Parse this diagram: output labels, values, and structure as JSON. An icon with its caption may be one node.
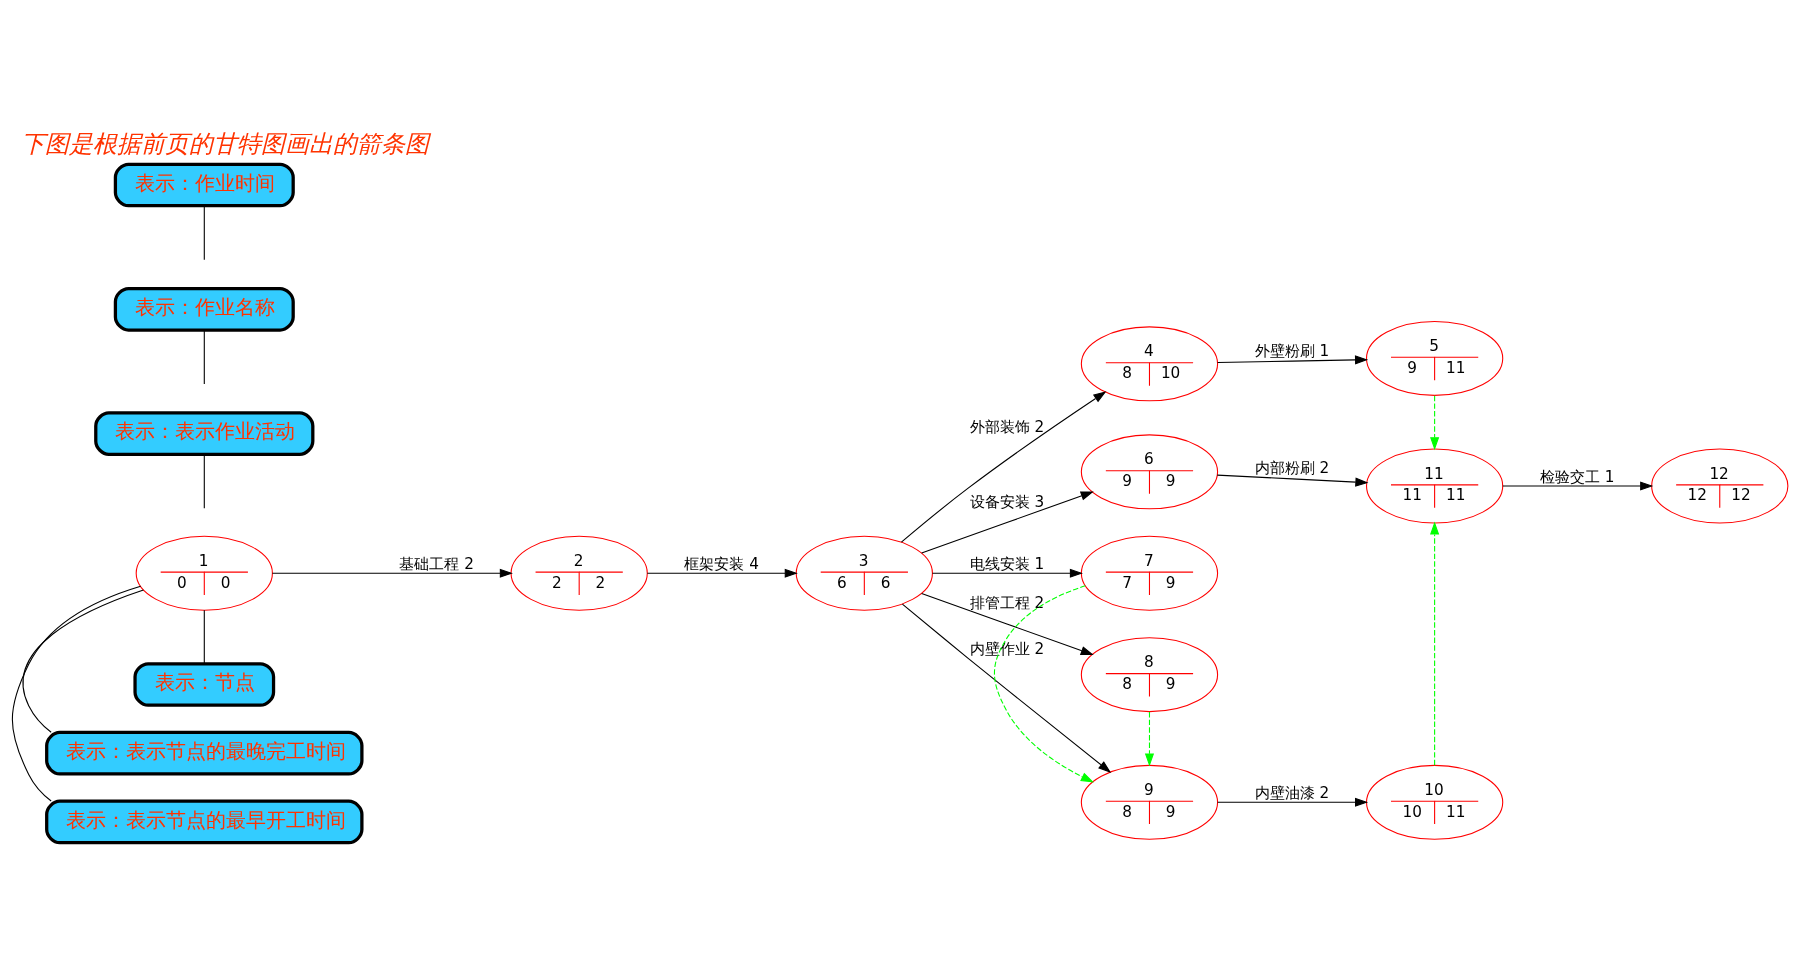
{
  "diagram": {
    "title": "下图是根据前页的甘特图画出的箭条图",
    "nodes": [
      {
        "text": [
          "1",
          "0",
          "0"
        ]
      },
      {
        "text": [
          "2",
          "2",
          "2"
        ]
      },
      {
        "text": [
          "3",
          "6",
          "6"
        ]
      },
      {
        "text": [
          "4",
          "8",
          "10"
        ]
      },
      {
        "text": [
          "5",
          "9",
          "11"
        ]
      },
      {
        "text": [
          "6",
          "9",
          "9"
        ]
      },
      {
        "text": [
          "7",
          "7",
          "9"
        ]
      },
      {
        "text": [
          "8",
          "8",
          "9"
        ]
      },
      {
        "text": [
          "9",
          "8",
          "9"
        ]
      },
      {
        "text": [
          "10",
          "10",
          "11"
        ]
      },
      {
        "text": [
          "11",
          "11",
          "11"
        ]
      },
      {
        "text": [
          "12",
          "12",
          "12"
        ]
      },
      {
        "text": [
          "表示：节点"
        ]
      },
      {
        "text": [
          "表示：表示作业活动"
        ]
      },
      {
        "text": [
          "表示：表示节点的最晚完工时间"
        ]
      },
      {
        "text": [
          "表示：表示节点的最早开工时间"
        ]
      },
      {
        "text": [
          "表示：作业名称"
        ]
      },
      {
        "text": [
          "表示：作业时间"
        ]
      }
    ],
    "edges": [
      {
        "from": 0,
        "to": 1,
        "arrow": "to",
        "label": "基础工程 2"
      },
      {
        "from": 1,
        "to": 2,
        "arrow": "to",
        "label": "框架安装 4"
      },
      {
        "from": 2,
        "to": 3,
        "arrow": "to",
        "label": "外部装饰 2"
      },
      {
        "from": 2,
        "to": 5,
        "arrow": "to",
        "label": "设备安装 3"
      },
      {
        "from": 2,
        "to": 7,
        "arrow": "to",
        "label": "排管工程 2"
      },
      {
        "from": 2,
        "to": 8,
        "arrow": "to",
        "label": "内壁作业 2"
      },
      {
        "from": 2,
        "to": 6,
        "arrow": "to",
        "label": "电线安装 1"
      },
      {
        "from": 3,
        "to": 4,
        "arrow": "to",
        "label": "外壁粉刷 1"
      },
      {
        "from": 5,
        "to": 10,
        "arrow": "to",
        "label": "内部粉刷 2"
      },
      {
        "from": 8,
        "to": 9,
        "arrow": "to",
        "label": "内壁油漆 2"
      },
      {
        "from": 10,
        "to": 11,
        "arrow": "to",
        "label": "检验交工 1"
      },
      {
        "from": 4,
        "to": 10,
        "arrow": "to",
        "style": "dashed",
        "color": "#00ff00"
      },
      {
        "from": 7,
        "to": 8,
        "arrow": "to",
        "style": "dashed",
        "color": "#00ff00"
      },
      {
        "from": 6,
        "to": 8,
        "arrow": "to",
        "style": "dashed",
        "color": "#00ff00"
      },
      {
        "from": 9,
        "to": 10,
        "arrow": "to",
        "style": "dashed",
        "color": "#00ff00"
      },
      {
        "from": 12,
        "to": 0,
        "arrow": "none"
      },
      {
        "from": 13,
        "to": null,
        "arrow": "none"
      },
      {
        "from": 14,
        "to": 0,
        "arrow": "none"
      },
      {
        "from": 15,
        "to": 0,
        "arrow": "none"
      },
      {
        "from": 16,
        "to": null,
        "arrow": "none"
      },
      {
        "from": 17,
        "to": null,
        "arrow": "none"
      }
    ]
  }
}
